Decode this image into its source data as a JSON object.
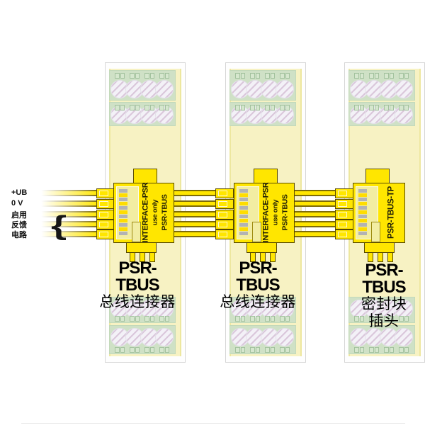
{
  "diagram": {
    "type": "wiring-diagram",
    "wire_labels": [
      "+UB",
      "0 V",
      "启用",
      "反馈",
      "电路"
    ],
    "brace_glyph": "{",
    "modules": [
      {
        "connector_lines": [
          "INTERFACE-PSR",
          "use only",
          "PSR-TBUS"
        ],
        "caption_lines": [
          "PSR-TBUS",
          "总线连接器"
        ]
      },
      {
        "connector_lines": [
          "INTERFACE-PSR",
          "use only",
          "PSR-TBUS"
        ],
        "caption_lines": [
          "PSR-TBUS",
          "总线连接器"
        ]
      },
      {
        "connector_lines": [
          "PSR-TBUS-TP"
        ],
        "caption_lines": [
          "PSR-TBUS",
          "密封块",
          "插头"
        ]
      }
    ],
    "colors": {
      "connector_yellow": "#ffe600",
      "connector_outline": "#5a4c00",
      "module_panel_yellow": "#f7f2c3",
      "terminal_block_green": "#cfe1c6",
      "wire_edge_olive": "#7d6c08"
    }
  }
}
